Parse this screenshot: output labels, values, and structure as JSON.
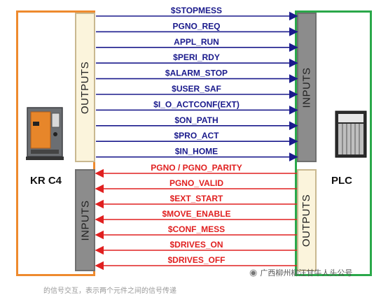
{
  "left_unit": {
    "title": "KR C4",
    "outputs_label": "OUTPUTS",
    "inputs_label": "INPUTS",
    "frame_color": "#ee8a2e"
  },
  "right_unit": {
    "title": "PLC",
    "inputs_label": "INPUTS",
    "outputs_label": "OUTPUTS",
    "frame_color": "#2aa84a"
  },
  "outgoing_signals": {
    "color": "#1a1a8c",
    "direction": "KR C4 to PLC",
    "labels": [
      "$STOPMESS",
      "PGNO_REQ",
      "APPL_RUN",
      "$PERI_RDY",
      "$ALARM_STOP",
      "$USER_SAF",
      "$I_O_ACTCONF(EXT)",
      "$ON_PATH",
      "$PRO_ACT",
      "$IN_HOME"
    ]
  },
  "incoming_signals": {
    "color": "#e02020",
    "direction": "PLC to KR C4",
    "labels": [
      "PGNO / PGNO_PARITY",
      "PGNO_VALID",
      "$EXT_START",
      "$MOVE_ENABLE",
      "$CONF_MESS",
      "$DRIVES_ON",
      "$DRIVES_OFF"
    ]
  },
  "watermark": {
    "text": "广西柳州柳汪甘牛人头公号",
    "icon": "wechat-icon"
  },
  "bottom_text": "的信号交互，表示两个元件之间的信号传递"
}
